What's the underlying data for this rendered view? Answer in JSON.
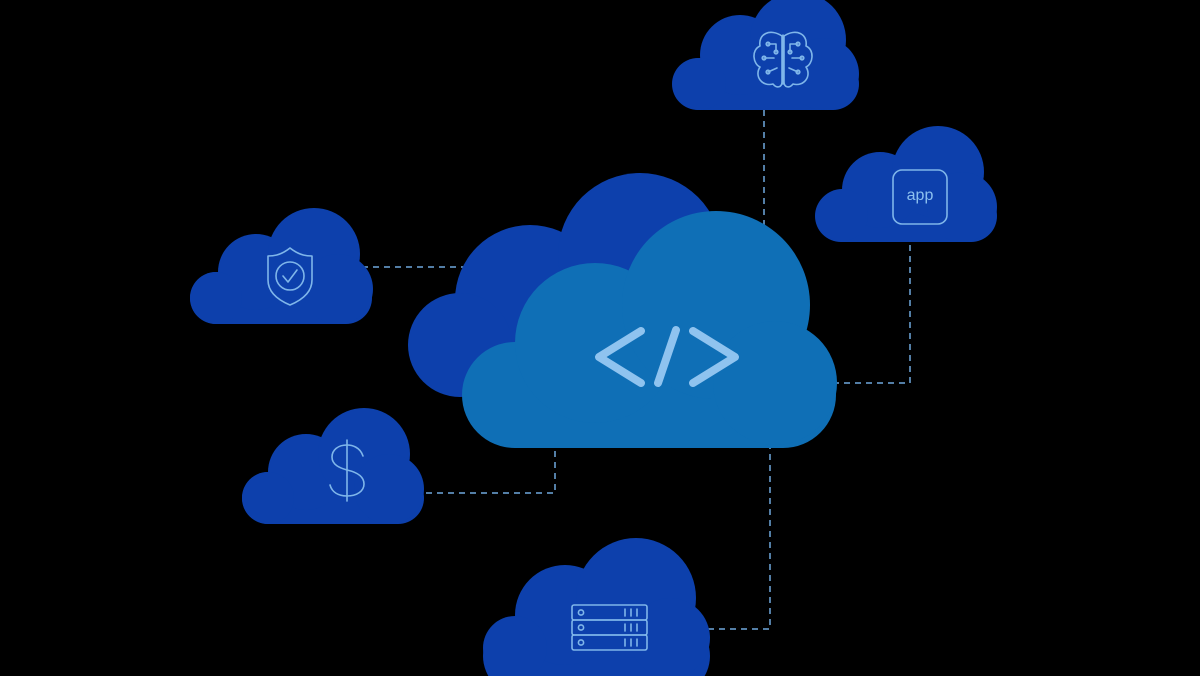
{
  "diagram": {
    "central_node": {
      "icon": "code-brackets-icon"
    },
    "satellite_nodes": [
      {
        "id": "ai",
        "icon": "brain-circuit-icon"
      },
      {
        "id": "app",
        "icon": "app-tile-icon",
        "label": "app"
      },
      {
        "id": "security",
        "icon": "shield-check-icon"
      },
      {
        "id": "cost",
        "icon": "dollar-icon"
      },
      {
        "id": "storage",
        "icon": "server-rack-icon"
      }
    ],
    "colors": {
      "background": "#000000",
      "cloud_dark": "#0d40ac",
      "cloud_central": "#0f6fb6",
      "icon_stroke": "#7fb6ea",
      "connector": "#6fa8de"
    }
  }
}
